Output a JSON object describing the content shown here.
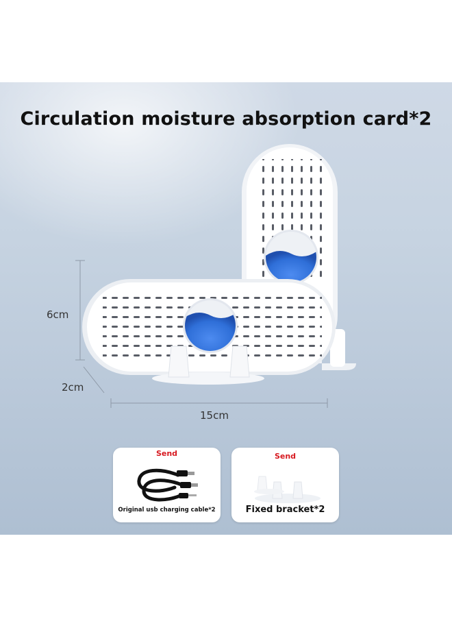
{
  "product": {
    "title": "Circulation moisture absorption card*2",
    "dimensions": {
      "height": "6cm",
      "depth": "2cm",
      "width": "15cm"
    }
  },
  "accessories": [
    {
      "tag": "Send",
      "label": "Original usb charging cable*2",
      "icon": "usb-cable-icon"
    },
    {
      "tag": "Send",
      "label": "Fixed bracket*2",
      "icon": "bracket-icon"
    }
  ],
  "colors": {
    "send_tag": "#d71920",
    "silica": "#2f6fd8",
    "background": "#c6d3e1"
  }
}
